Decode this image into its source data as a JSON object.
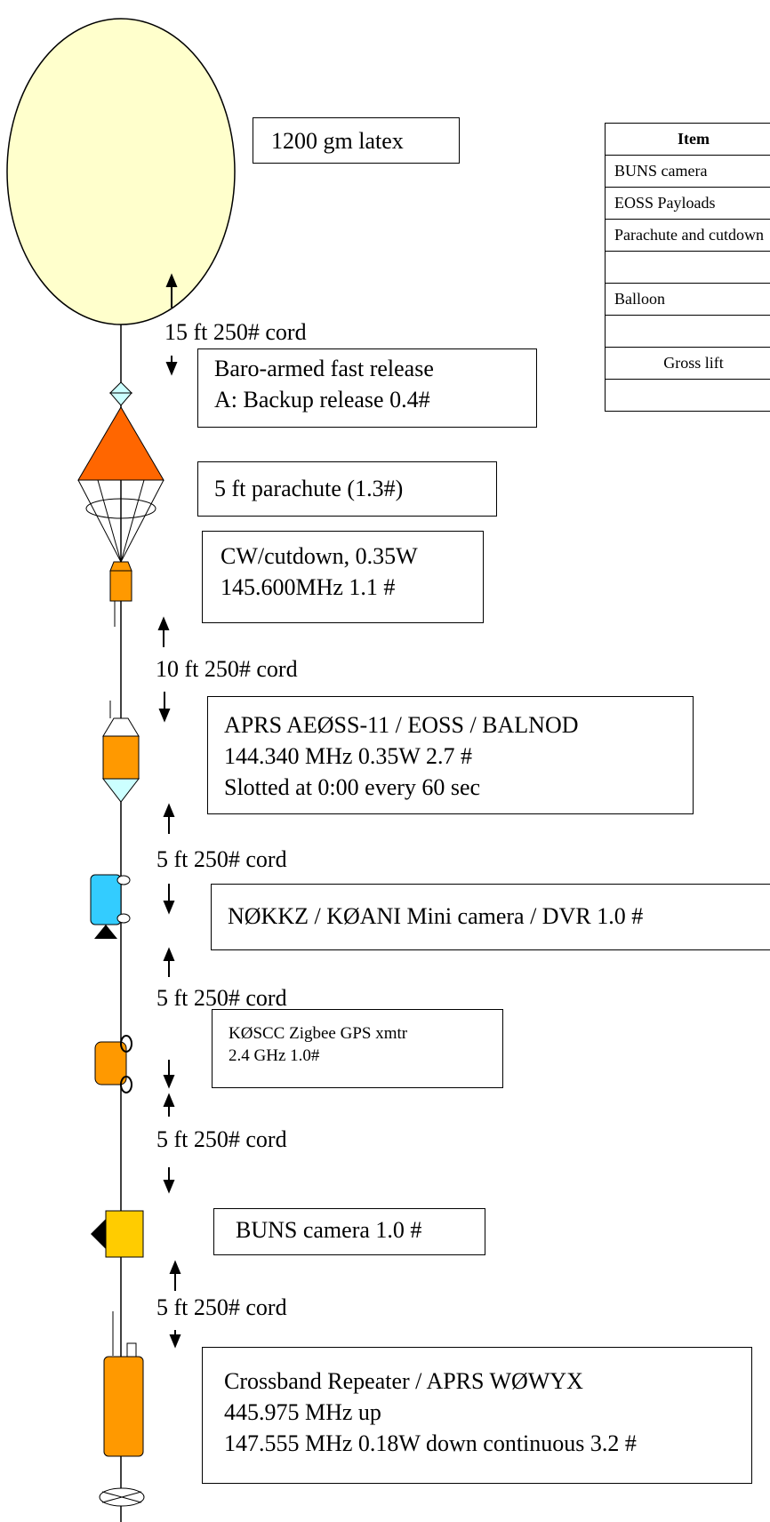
{
  "balloon_label": "1200 gm latex",
  "cord_labels": [
    "15 ft 250# cord",
    "10 ft 250# cord",
    "5 ft 250# cord",
    "5 ft 250# cord",
    "5 ft 250# cord",
    "5 ft 250# cord"
  ],
  "release_box": [
    "Baro-armed fast release",
    "A: Backup release 0.4#"
  ],
  "parachute_box": "5 ft parachute (1.3#)",
  "cutdown_box": [
    "CW/cutdown, 0.35W",
    "145.600MHz  1.1 #"
  ],
  "aprs_box": [
    "APRS AEØSS-11  / EOSS / BALNOD",
    "144.340 MHz  0.35W  2.7 #",
    "Slotted at 0:00 every 60 sec"
  ],
  "mini_camera_box": "NØKKZ / KØANI Mini camera / DVR 1.0 #",
  "zigbee_box": [
    "KØSCC Zigbee GPS xmtr",
    "2.4 GHz 1.0#"
  ],
  "buns_box": "BUNS camera 1.0 #",
  "repeater_box": [
    "Crossband Repeater / APRS WØWYX",
    "445.975 MHz up",
    "147.555 MHz 0.18W down continuous 3.2 #"
  ],
  "table": {
    "header": "Item",
    "rows": [
      "BUNS camera",
      "EOSS Payloads",
      "Parachute and cutdown",
      "",
      "Balloon",
      "",
      "Gross lift",
      ""
    ],
    "centered_rows": [
      6
    ]
  },
  "colors": {
    "balloon": "#ffffcc",
    "parachute": "#ff6600",
    "payload_orange": "#ff9900",
    "release_cyan": "#ccffff",
    "camera_blue": "#33ccff",
    "buns_yellow": "#ffcc00"
  }
}
